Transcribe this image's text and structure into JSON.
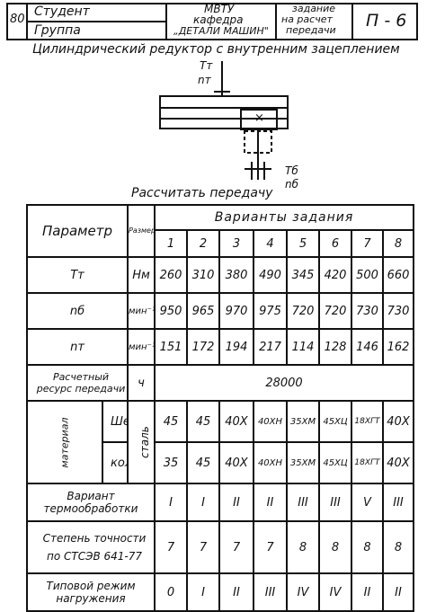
{
  "header": {
    "page_number": "80",
    "student_label": "Студент",
    "group_label": "Группа",
    "institution": "МВТУ",
    "department": "кафедра",
    "department_name": "„ДЕТАЛИ МАШИН\"",
    "assignment_line1": "задание",
    "assignment_line2": "на расчет",
    "assignment_line3": "передачи",
    "code": "П - 6"
  },
  "title": "Цилиндрический редуктор с внутренним зацеплением",
  "diagram": {
    "label_t_in": "Tт",
    "label_n_in": "nт",
    "label_t_out": "Tб",
    "label_n_out": "nб",
    "mark": "×"
  },
  "task": "Рассчитать передачу",
  "table": {
    "param_header": "Параметр",
    "unit_header": "Размерность",
    "variants_header": "Варианты задания",
    "variant_numbers": [
      "1",
      "2",
      "3",
      "4",
      "5",
      "6",
      "7",
      "8"
    ],
    "rows": [
      {
        "param": "Tт",
        "unit": "Нм",
        "values": [
          "260",
          "310",
          "380",
          "490",
          "345",
          "420",
          "500",
          "660"
        ]
      },
      {
        "param": "nб",
        "unit": "мин⁻¹",
        "values": [
          "950",
          "965",
          "970",
          "975",
          "720",
          "720",
          "730",
          "730"
        ]
      },
      {
        "param": "nт",
        "unit": "мин⁻¹",
        "values": [
          "151",
          "172",
          "194",
          "217",
          "114",
          "128",
          "146",
          "162"
        ]
      }
    ],
    "resource": {
      "param": "Расчетный ресурс передачи",
      "unit": "ч",
      "value": "28000"
    },
    "material": {
      "group_label": "материал",
      "gear_label": "Шестерня",
      "wheel_label": "колесо",
      "unit": "сталь",
      "gear_values": [
        "45",
        "45",
        "40Х",
        "40ХН",
        "35ХМ",
        "45ХЦ",
        "18ХГТ",
        "40Х"
      ],
      "wheel_values": [
        "35",
        "45",
        "40Х",
        "40ХН",
        "35ХМ",
        "45ХЦ",
        "18ХГТ",
        "40Х"
      ]
    },
    "heat_treatment": {
      "param": "Вариант термообработки",
      "values": [
        "I",
        "I",
        "II",
        "II",
        "III",
        "III",
        "V",
        "III"
      ]
    },
    "accuracy": {
      "param_line1": "Степень точности",
      "param_line2": "по СТСЭВ 641-77",
      "values": [
        "7",
        "7",
        "7",
        "7",
        "8",
        "8",
        "8",
        "8"
      ]
    },
    "load_mode": {
      "param": "Типовой режим нагружения",
      "values": [
        "0",
        "I",
        "II",
        "III",
        "IV",
        "IV",
        "II",
        "II"
      ]
    }
  }
}
